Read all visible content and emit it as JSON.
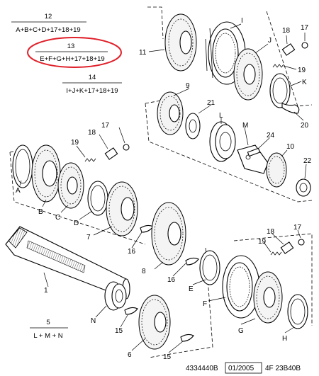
{
  "legend": [
    {
      "number": "12",
      "formula": "A+B+C+D+17+18+19"
    },
    {
      "number": "13",
      "formula": "E+F+G+H+17+18+19",
      "highlighted": true
    },
    {
      "number": "14",
      "formula": "I+J+K+17+18+19"
    },
    {
      "number": "5",
      "formula": "L + M + N"
    }
  ],
  "labels": {
    "I": "I",
    "J": "J",
    "K": "K",
    "L": "L",
    "M": "M",
    "N": "N",
    "A": "A",
    "B": "B",
    "C": "C",
    "D": "D",
    "E": "E",
    "F": "F",
    "G": "G",
    "H": "H",
    "n1": "1",
    "n6": "6",
    "n7": "7",
    "n8": "8",
    "n9": "9",
    "n10": "10",
    "n11": "11",
    "n15a": "15",
    "n15b": "15",
    "n16a": "16",
    "n16b": "16",
    "n17a": "17",
    "n17b": "17",
    "n17c": "17",
    "n18a": "18",
    "n18b": "18",
    "n18c": "18",
    "n19a": "19",
    "n19b": "19",
    "n19c": "19",
    "n20": "20",
    "n21": "21",
    "n22": "22",
    "n24": "24"
  },
  "footer": {
    "ref": "4334440B",
    "date": "01/2005",
    "code": "4F 23B40B"
  },
  "colors": {
    "highlight": "#e0202a",
    "line": "#000000"
  }
}
